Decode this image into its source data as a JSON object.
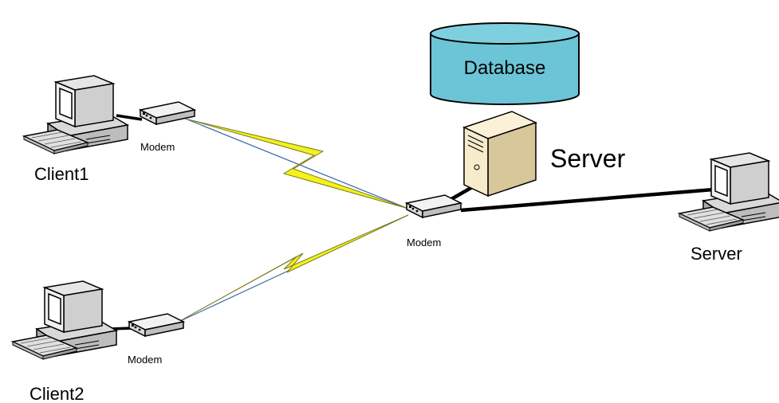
{
  "nodes": {
    "database": {
      "label": "Database"
    },
    "server_tower": {
      "label": "Server"
    },
    "server_workstation": {
      "label": "Server"
    },
    "client1": {
      "label": "Client1",
      "modem_label": "Modem"
    },
    "client2": {
      "label": "Client2",
      "modem_label": "Modem"
    },
    "hub_modem": {
      "label": "Modem"
    }
  },
  "colors": {
    "database_fill": "#6cc5d6",
    "lightning_fill": "#f4f21a",
    "wire": "#000000",
    "dialup_line": "#3a6aa8"
  },
  "icons": [
    "computer-icon",
    "modem-icon",
    "server-tower-icon",
    "database-cylinder-icon",
    "lightning-link-icon"
  ]
}
